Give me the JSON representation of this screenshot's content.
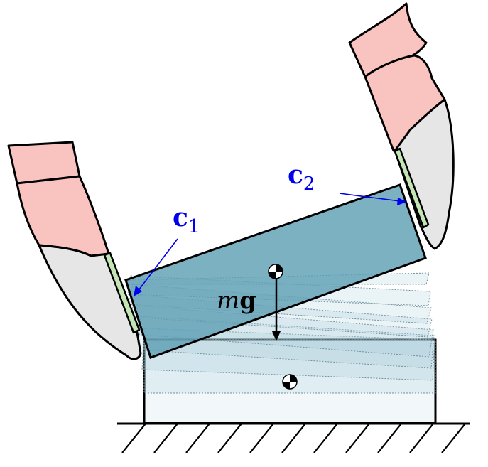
{
  "labels": {
    "contact1_symbol": "c",
    "contact1_subscript": "1",
    "contact2_symbol": "c",
    "contact2_subscript": "2",
    "gravity_mass": "m",
    "gravity_vector": "g"
  },
  "colors": {
    "skin": "#f9c3c0",
    "gripper_body": "#e6e6e6",
    "contact_pad": "#c3e6b4",
    "annotation_blue": "#0000ee",
    "box_final_fill": "#5fa0b4",
    "box_initial_fill": "#f2f8fa",
    "intermediate_fill": "#9ec9d6",
    "outline": "#000000"
  },
  "icons": {
    "center_of_mass": "center-of-mass-icon",
    "ground": "ground-hatch",
    "left_finger": "gripper-finger-left",
    "right_finger": "gripper-finger-right"
  }
}
